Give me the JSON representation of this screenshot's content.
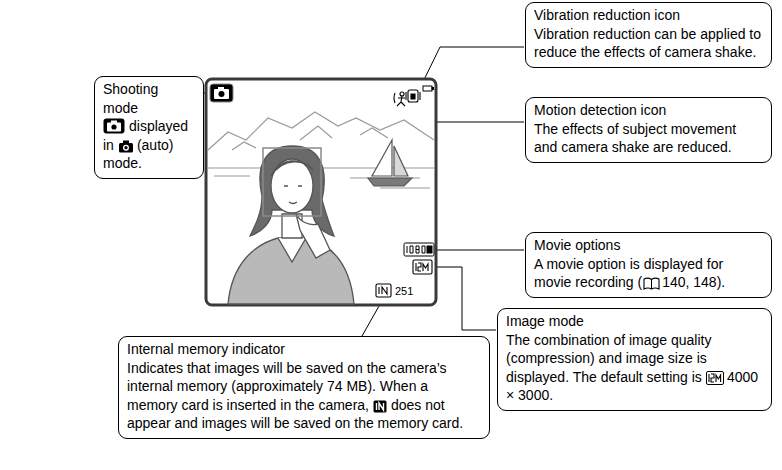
{
  "diagram": {
    "nodes": [
      {
        "text": [
          "Vibration reduction icon",
          "Vibration reduction can be applied to reduce the effects of camera shake."
        ]
      },
      {
        "text": [
          "Shooting mode",
          "displayed in",
          "(auto) mode."
        ]
      },
      {
        "text": [
          "Motion detection icon",
          "The effects of subject movement and camera shake are reduced."
        ]
      },
      {
        "text": [
          "Movie options",
          "A movie option is displayed for movie recording (",
          "140, 148)."
        ]
      },
      {
        "text": [
          "Image mode",
          "The combination of image quality (compression) and image size is displayed. The default setting is",
          "4000 × 3000."
        ]
      },
      {
        "text": [
          "Internal memory indicator",
          "Indicates that images will be saved on the camera’s internal memory (approximately 74 MB). When a memory card is inserted in the camera,",
          "does not appear and images will be saved on the memory card."
        ]
      }
    ],
    "labels": [
      "251"
    ]
  }
}
